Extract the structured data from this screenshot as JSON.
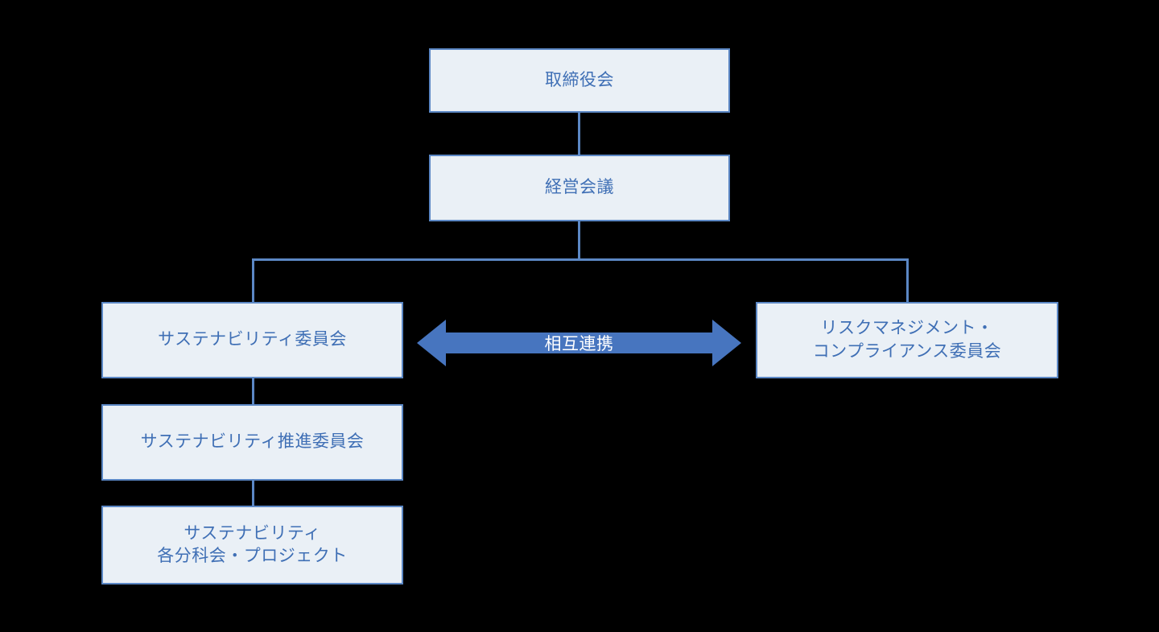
{
  "diagram": {
    "type": "org-chart",
    "background_color": "#000000",
    "node_fill_color": "#eaf0f6",
    "node_border_color": "#5b87c4",
    "node_text_color": "#3f6fb5",
    "connector_color": "#5b87c4",
    "arrow_fill_color": "#4775bf",
    "arrow_text_color": "#ffffff",
    "nodes": {
      "board": {
        "label": "取締役会"
      },
      "management_meeting": {
        "label": "経営会議"
      },
      "sustainability_committee": {
        "label": "サステナビリティ委員会"
      },
      "risk_compliance_committee": {
        "label": "リスクマネジメント・\nコンプライアンス委員会"
      },
      "sustainability_promotion_committee": {
        "label": "サステナビリティ推進委員会"
      },
      "sustainability_subcommittees": {
        "label": "サステナビリティ\n各分科会・プロジェクト"
      }
    },
    "arrow": {
      "label": "相互連携",
      "direction": "bidirectional",
      "from": "サステナビリティ委員会",
      "to": "リスクマネジメント・コンプライアンス委員会"
    },
    "edges": [
      {
        "from": "取締役会",
        "to": "経営会議"
      },
      {
        "from": "経営会議",
        "to": "サステナビリティ委員会"
      },
      {
        "from": "経営会議",
        "to": "リスクマネジメント・コンプライアンス委員会"
      },
      {
        "from": "サステナビリティ委員会",
        "to": "サステナビリティ推進委員会"
      },
      {
        "from": "サステナビリティ推進委員会",
        "to": "サステナビリティ各分科会・プロジェクト"
      }
    ]
  }
}
